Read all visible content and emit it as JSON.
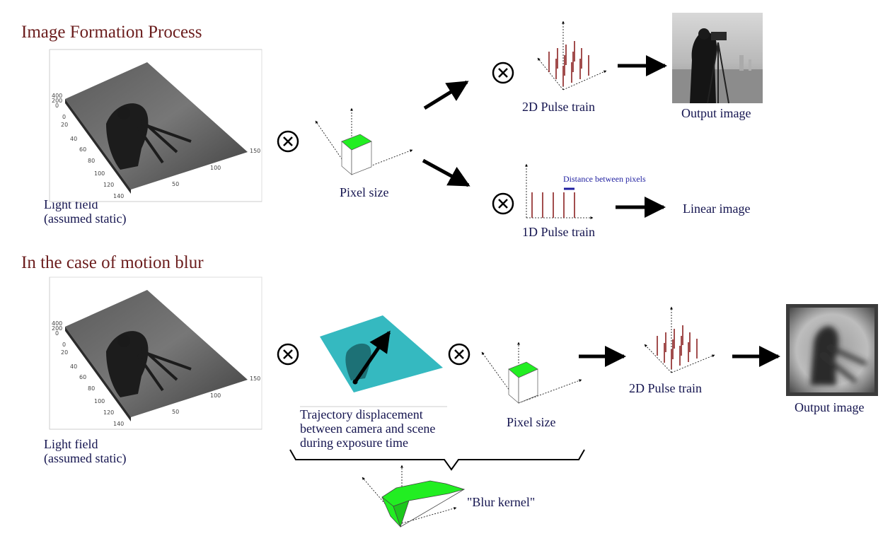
{
  "section1": {
    "title": "Image Formation Process",
    "light_field_line1": "Light field",
    "light_field_line2": "(assumed static)",
    "pixel_size": "Pixel size",
    "pulse_train_2d": "2D Pulse train",
    "output_image": "Output image",
    "pulse_train_1d": "1D Pulse train",
    "distance_between_pixels": "Distance between pixels",
    "linear_image": "Linear image",
    "plot_ticks_left": [
      "140",
      "120",
      "100",
      "80",
      "60",
      "40",
      "20",
      "0"
    ],
    "plot_ticks_bottom": [
      "50",
      "100",
      "150"
    ],
    "plot_ticks_z": [
      "400",
      "200",
      "0"
    ]
  },
  "section2": {
    "title": "In the case of motion blur",
    "light_field_line1": "Light field",
    "light_field_line2": "(assumed static)",
    "trajectory_line1": "Trajectory displacement",
    "trajectory_line2": "between camera and scene",
    "trajectory_line3": "during exposure time",
    "pixel_size": "Pixel size",
    "pulse_train_2d": "2D Pulse train",
    "output_image": "Output image",
    "blur_kernel": "\"Blur kernel\"",
    "plot_ticks_left": [
      "140",
      "120",
      "100",
      "80",
      "60",
      "40",
      "20",
      "0"
    ],
    "plot_ticks_bottom": [
      "50",
      "100",
      "150"
    ],
    "plot_ticks_z": [
      "400",
      "200",
      "0"
    ]
  },
  "colors": {
    "heading": "#6b1d1d",
    "label": "#14144f",
    "pixel_green": "#22ee22",
    "pulse": "#8b2020",
    "trajectory_teal": "#35b9c0",
    "distance_marker": "#1f1fa0"
  },
  "icons": {
    "convolution": "circled-times-icon",
    "flow_arrow": "arrow-icon"
  }
}
